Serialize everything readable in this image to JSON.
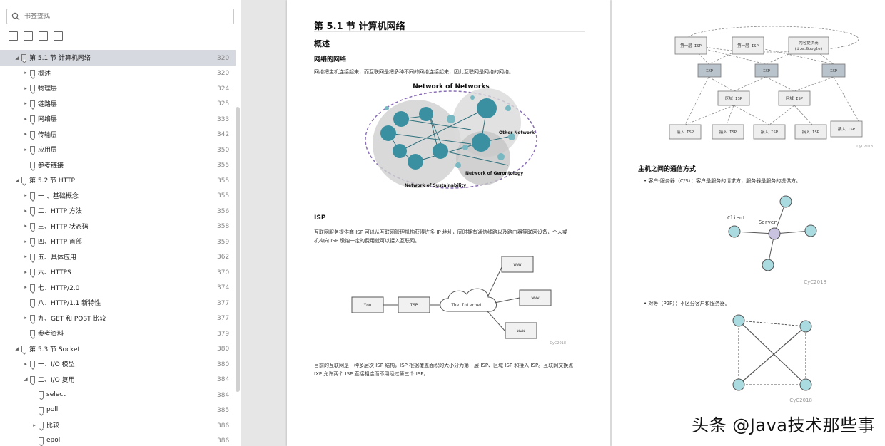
{
  "sidebar": {
    "search_placeholder": "书签查找",
    "items": [
      {
        "label": "第 5.1 节 计算机网络",
        "page": "320",
        "level": 0,
        "arrow": "◢",
        "selected": true
      },
      {
        "label": "概述",
        "page": "320",
        "level": 1,
        "arrow": "▸"
      },
      {
        "label": "物理层",
        "page": "324",
        "level": 1,
        "arrow": "▸"
      },
      {
        "label": "链路层",
        "page": "325",
        "level": 1,
        "arrow": "▸"
      },
      {
        "label": "网络层",
        "page": "333",
        "level": 1,
        "arrow": "▸"
      },
      {
        "label": "传输层",
        "page": "342",
        "level": 1,
        "arrow": "▸"
      },
      {
        "label": "应用层",
        "page": "350",
        "level": 1,
        "arrow": "▸"
      },
      {
        "label": "参考链接",
        "page": "355",
        "level": 1,
        "arrow": ""
      },
      {
        "label": "第 5.2 节 HTTP",
        "page": "355",
        "level": 0,
        "arrow": "◢"
      },
      {
        "label": "一 、基础概念",
        "page": "355",
        "level": 1,
        "arrow": "▸"
      },
      {
        "label": "二、HTTP 方法",
        "page": "356",
        "level": 1,
        "arrow": "▸"
      },
      {
        "label": "三、HTTP 状态码",
        "page": "358",
        "level": 1,
        "arrow": "▸"
      },
      {
        "label": "四、HTTP 首部",
        "page": "359",
        "level": 1,
        "arrow": "▸"
      },
      {
        "label": "五、具体应用",
        "page": "362",
        "level": 1,
        "arrow": "▸"
      },
      {
        "label": "六、HTTPS",
        "page": "370",
        "level": 1,
        "arrow": "▸"
      },
      {
        "label": "七、HTTP/2.0",
        "page": "374",
        "level": 1,
        "arrow": "▸"
      },
      {
        "label": "八、HTTP/1.1 新特性",
        "page": "377",
        "level": 1,
        "arrow": ""
      },
      {
        "label": "九、GET 和 POST 比较",
        "page": "377",
        "level": 1,
        "arrow": "▸"
      },
      {
        "label": "参考资料",
        "page": "379",
        "level": 1,
        "arrow": ""
      },
      {
        "label": "第 5.3 节 Socket",
        "page": "380",
        "level": 0,
        "arrow": "◢"
      },
      {
        "label": "一、I/O 模型",
        "page": "380",
        "level": 1,
        "arrow": "▸"
      },
      {
        "label": "二、I/O 复用",
        "page": "384",
        "level": 1,
        "arrow": "◢"
      },
      {
        "label": "select",
        "page": "384",
        "level": 2,
        "arrow": ""
      },
      {
        "label": "poll",
        "page": "385",
        "level": 2,
        "arrow": ""
      },
      {
        "label": "比较",
        "page": "386",
        "level": 2,
        "arrow": "▸"
      },
      {
        "label": "epoll",
        "page": "386",
        "level": 2,
        "arrow": ""
      }
    ]
  },
  "page1": {
    "title": "第 5.1 节 计算机网络",
    "section": "概述",
    "subsection": "网络的网络",
    "para1": "网络把主机连接起来，而互联网是把多种不同的网络连接起来，因此互联网是网络的网络。",
    "fig1": {
      "title": "Network of Networks",
      "label_other": "Other Network",
      "label_geron": "Network of Gerontology",
      "label_sustain": "Network of Sustainability"
    },
    "isp_heading": "ISP",
    "para2_line1": "互联网服务提供商 ISP 可以从互联网管理机构获得许多 IP 地址，同时拥有通信线路以及路由器等联网设备，个人或",
    "para2_line2": "机构向 ISP 缴纳一定的费用就可以接入互联网。",
    "fig2": {
      "you": "You",
      "isp": "ISP",
      "internet": "The Internet",
      "www": "www",
      "credit": "CyC2018"
    },
    "para3_line1": "目前的互联网是一种多层次 ISP 结构，ISP 根据覆盖面积的大小分为第一层 ISP、区域 ISP 和接入 ISP。互联网交换点",
    "para3_line2": "IXP 允许两个 ISP 直接相连而不用经过第三个 ISP。"
  },
  "page2": {
    "fig_top": {
      "tier1": "第一层 ISP",
      "content": "内容提供商",
      "content_sub": "(i.e.Google)",
      "isp": "IXP",
      "region": "区域 ISP",
      "access": "接入 ISP",
      "credit": "CyC2018"
    },
    "heading": "主机之间的通信方式",
    "bullet1": "客户-服务器（C/S）：客户是服务的请求方，服务器是服务的提供方。",
    "cs": {
      "client": "Client",
      "server": "Server",
      "credit": "CyC2018"
    },
    "bullet2": "对等（P2P）：不区分客户和服务器。",
    "p2p_credit": "CyC2018"
  },
  "watermark": "头条 @Java技术那些事"
}
